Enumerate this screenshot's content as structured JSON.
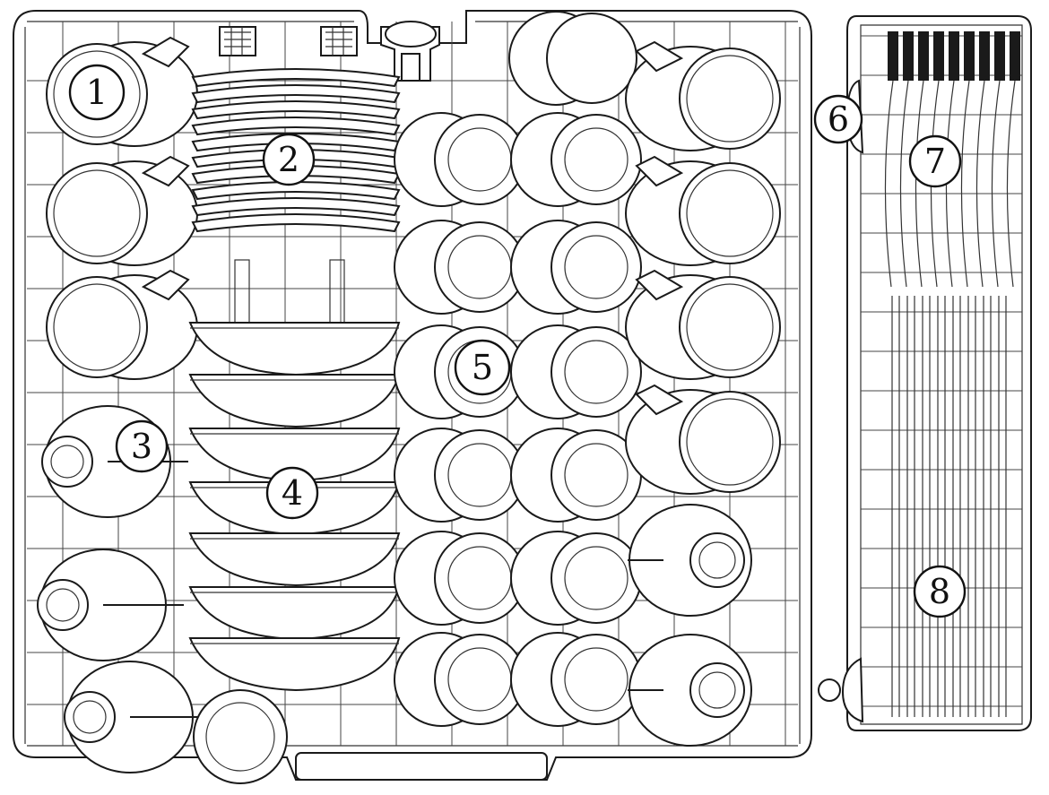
{
  "callouts": [
    {
      "id": "1",
      "label": "1"
    },
    {
      "id": "2",
      "label": "2"
    },
    {
      "id": "3",
      "label": "3"
    },
    {
      "id": "4",
      "label": "4"
    },
    {
      "id": "5",
      "label": "5"
    },
    {
      "id": "6",
      "label": "6"
    },
    {
      "id": "7",
      "label": "7"
    },
    {
      "id": "8",
      "label": "8"
    }
  ],
  "colors": {
    "line": "#1a1a1a",
    "background": "#ffffff"
  }
}
